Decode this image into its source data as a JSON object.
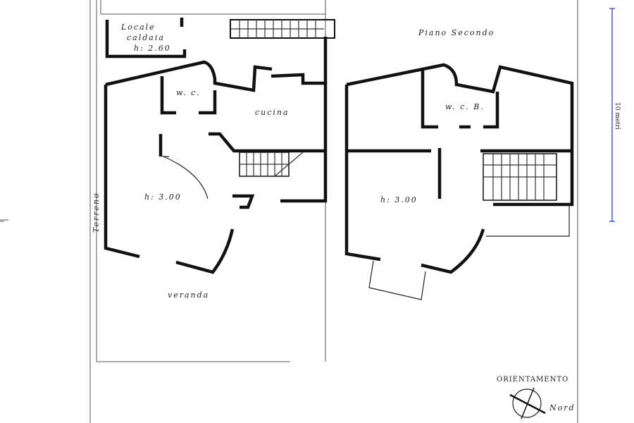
{
  "labels": {
    "boiler_room_line1": "Locale",
    "boiler_room_line2": "caldaia",
    "boiler_room_height": "h: 2.60",
    "second_floor_title": "Piano Secondo",
    "wc_ground": "w. c.",
    "kitchen": "cucina",
    "wc_second": "w. c. B.",
    "height_ground": "h: 3.00",
    "height_second": "h: 3.00",
    "veranda": "veranda",
    "ground_floor": "Terreno",
    "scale_note": "10 metri",
    "orientation_title": "ORIENTAMENTO",
    "north": "Nord"
  },
  "colors": {
    "ink": "#111111",
    "paper": "#ffffff",
    "scale_bar": "#4a5bd0"
  }
}
